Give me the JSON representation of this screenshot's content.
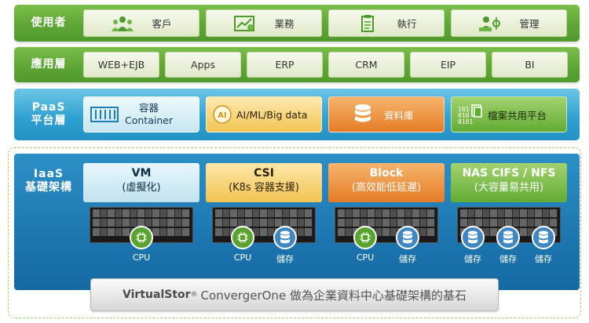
{
  "users": {
    "label": "使用者",
    "items": [
      {
        "label": "客戶",
        "icon": "people-icon"
      },
      {
        "label": "業務",
        "icon": "growth-chart-icon"
      },
      {
        "label": "執行",
        "icon": "clipboard-icon"
      },
      {
        "label": "管理",
        "icon": "admin-icon"
      }
    ]
  },
  "apps": {
    "label": "應用層",
    "items": [
      "WEB+EJB",
      "Apps",
      "ERP",
      "CRM",
      "EIP",
      "BI"
    ]
  },
  "paas": {
    "label_line1": "PaaS",
    "label_line2": "平台層",
    "items": [
      {
        "line1": "容器",
        "line2": "Container",
        "icon": "container-icon"
      },
      {
        "label": "AI/ML/Big data",
        "icon": "ai-brain-icon"
      },
      {
        "label": "資料庫",
        "icon": "database-icon"
      },
      {
        "label": "檔案共用平台",
        "icon": "binary-file-icon"
      }
    ]
  },
  "iaas": {
    "label_line1": "IaaS",
    "label_line2": "基礎架構",
    "columns": [
      {
        "title": "VM",
        "subtitle": "(虛擬化)"
      },
      {
        "title": "CSI",
        "subtitle": "(K8s 容器支援)"
      },
      {
        "title": "Block",
        "subtitle": "(高效能低延遲)"
      },
      {
        "title": "NAS CIFS / NFS",
        "subtitle": "(大容量易共用)"
      }
    ],
    "cpu_label": "CPU",
    "storage_label": "儲存"
  },
  "footer": {
    "brand": "VirtualStor",
    "reg": "®",
    "text": "ConvergerOne 做為企業資料中心基礎架構的基石"
  },
  "colors": {
    "green": "#5ea636",
    "blue": "#2391c4",
    "iaas_blue": "#1b73ad",
    "gold": "#f2c453",
    "orange": "#e57c25"
  }
}
